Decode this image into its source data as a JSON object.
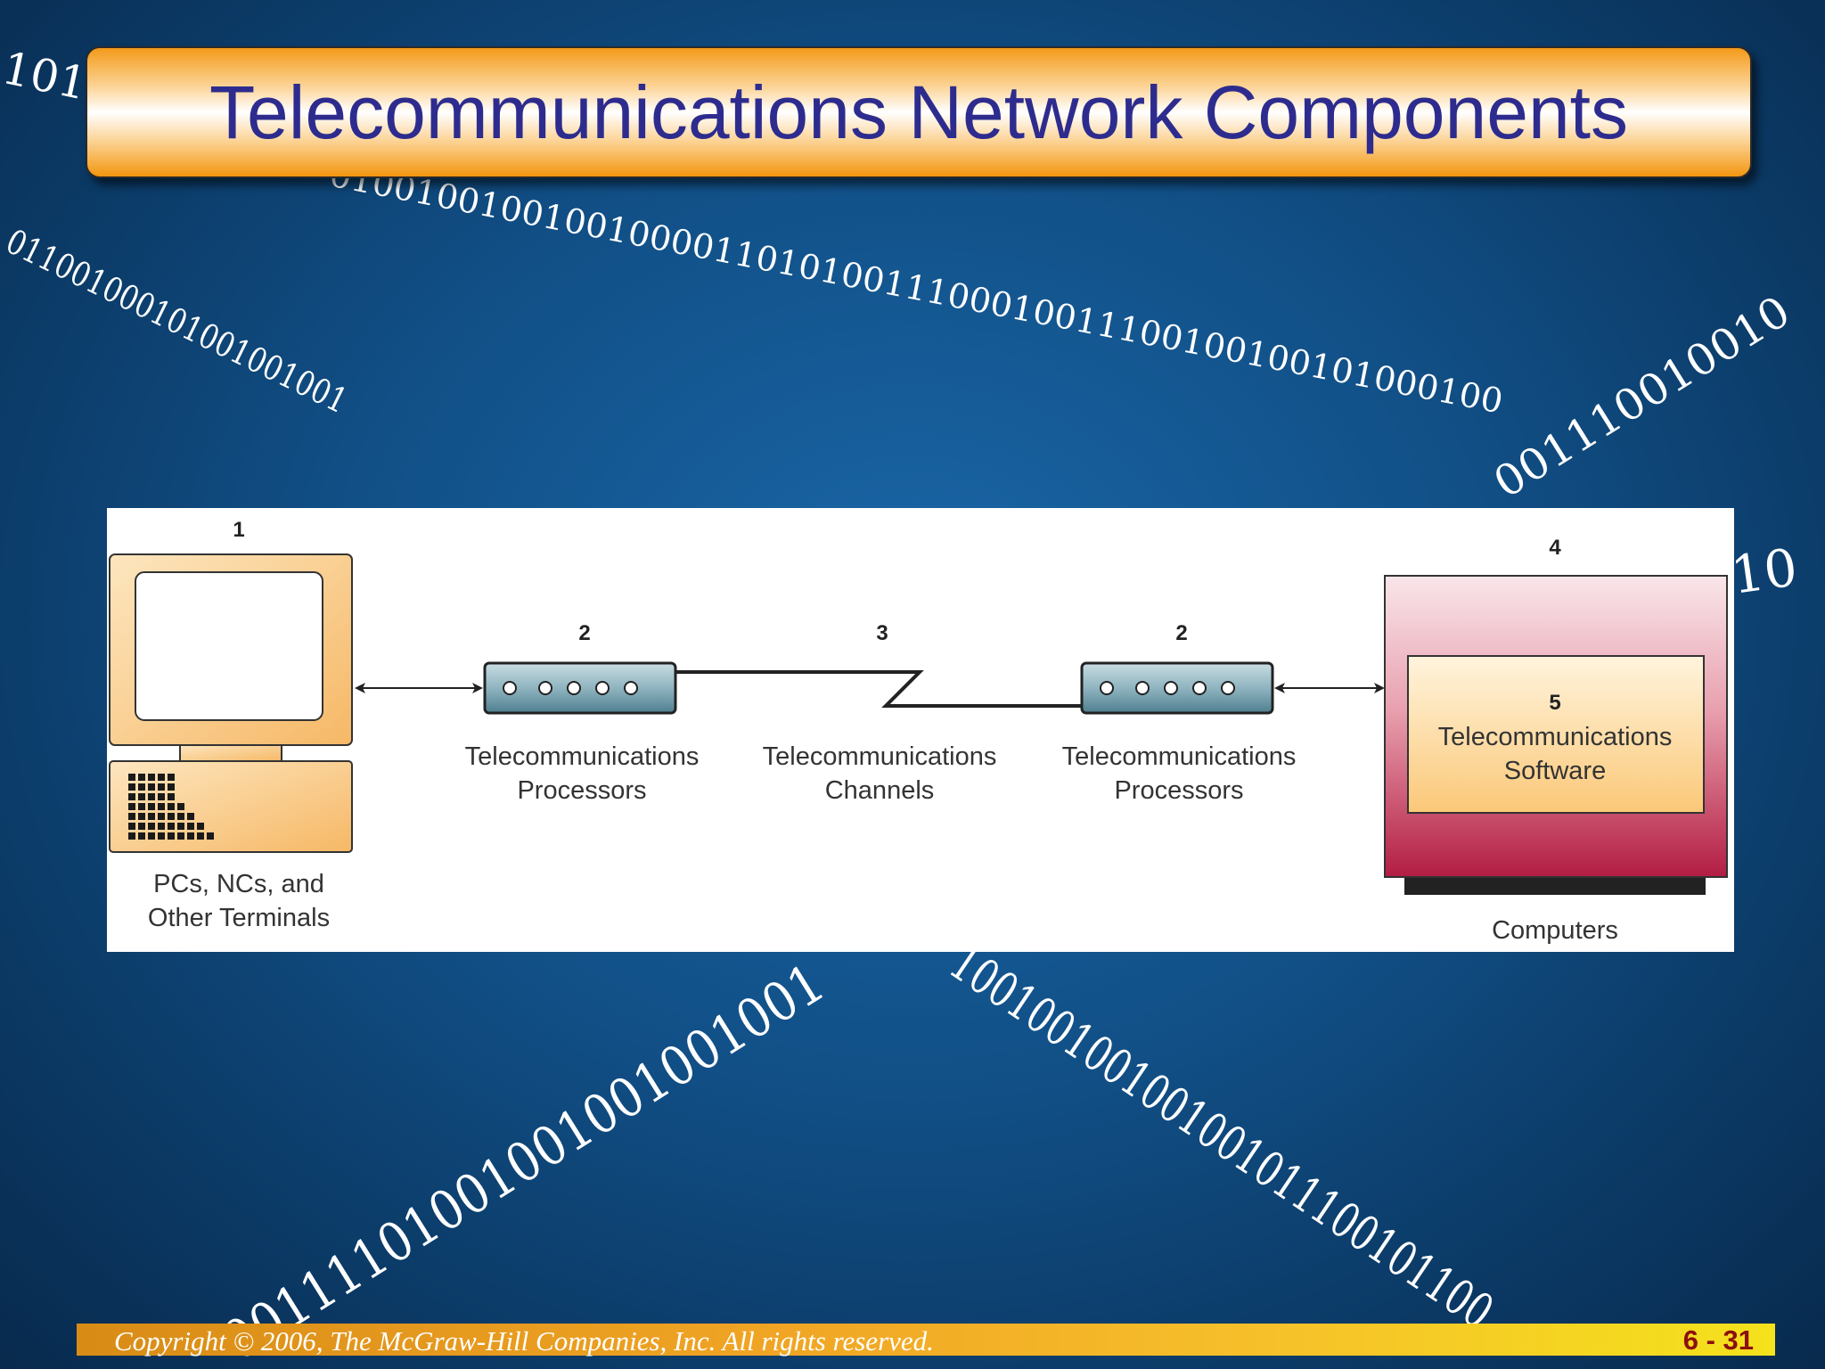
{
  "slide": {
    "title": "Telecommunications Network Components",
    "copyright": "Copyright © 2006, The McGraw-Hill Companies, Inc. All rights reserved.",
    "slide_number": "6 - 31"
  },
  "background": {
    "binary_strings": [
      "101",
      "0100100100100100001101010011100010011100100100101000100",
      "001110010010",
      "011001000101001001001",
      "10",
      "00111101001001001001001",
      "1001001001001001011100101100"
    ]
  },
  "diagram": {
    "components": [
      {
        "number": "1",
        "label_line1": "PCs, NCs, and",
        "label_line2": "Other Terminals"
      },
      {
        "number": "2",
        "label_line1": "Telecommunications",
        "label_line2": "Processors"
      },
      {
        "number": "3",
        "label_line1": "Telecommunications",
        "label_line2": "Channels"
      },
      {
        "number": "2",
        "label_line1": "Telecommunications",
        "label_line2": "Processors"
      },
      {
        "number": "4",
        "label_line1": "Computers"
      },
      {
        "number": "5",
        "label_line1": "Telecommunications",
        "label_line2": "Software"
      }
    ]
  },
  "colors": {
    "title_text": "#2d2c8e",
    "terminal_fill": "#fcd38f",
    "processor_fill": "#7fa9b6",
    "computer_top": "#f7dbe0",
    "computer_bottom": "#b31d43",
    "software_fill": "#fcd38f",
    "slide_number": "#8b1010"
  }
}
